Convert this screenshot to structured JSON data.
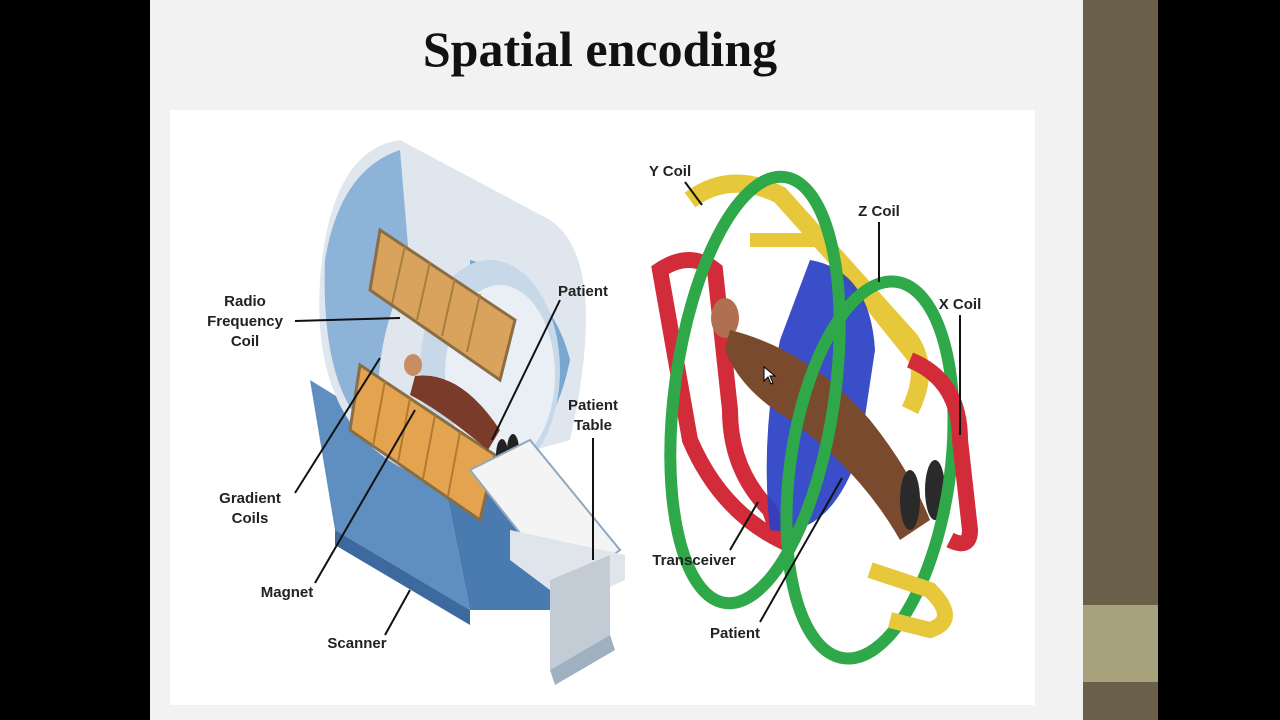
{
  "slide": {
    "title": "Spatial encoding"
  },
  "left_diagram": {
    "labels": {
      "rf_line1": "Radio",
      "rf_line2": "Frequency",
      "rf_line3": "Coil",
      "gradient_line1": "Gradient",
      "gradient_line2": "Coils",
      "magnet": "Magnet",
      "scanner": "Scanner",
      "patient": "Patient",
      "table_line1": "Patient",
      "table_line2": "Table"
    }
  },
  "right_diagram": {
    "labels": {
      "y_coil": "Y Coil",
      "z_coil": "Z Coil",
      "x_coil": "X Coil",
      "transceiver": "Transceiver",
      "patient": "Patient"
    }
  },
  "colors": {
    "slide_bg": "#f2f2f2",
    "side_band_dark": "#6a604a",
    "side_band_light": "#a8a27c",
    "coil_red": "#d22b3a",
    "coil_green": "#2fa84a",
    "coil_yellow": "#e6c83a",
    "coil_blue": "#2a3fc4",
    "scanner_blue": "#6d9cc9",
    "copper": "#d9a35e"
  },
  "icons": {
    "cursor": "mouse-pointer-icon"
  }
}
